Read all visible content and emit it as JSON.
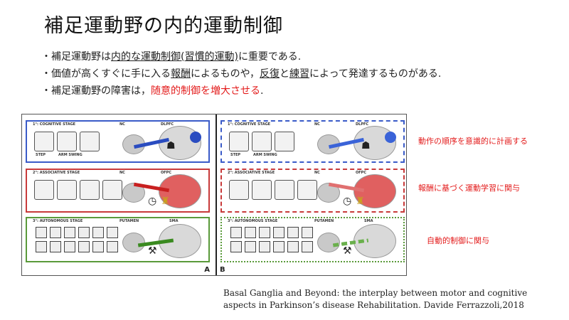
{
  "title": "補足運動野の内的運動制御",
  "bullets": {
    "b1": {
      "pre": "・補足運動野は",
      "u1": "内的な運動制御(習慣的運動)",
      "post": "に重要である."
    },
    "b2": {
      "pre": "・価値が高くすぐに手に入る",
      "u1": "報酬",
      "mid": "によるものや，",
      "u2": "反復",
      "mid2": "と",
      "u3": "練習",
      "post": "によって発達するものがある."
    },
    "b3": {
      "pre": "・補足運動野の障害は，",
      "red": "随意的制御を増大させる",
      "post": "."
    }
  },
  "figure": {
    "stage1": "1°: COGNITIVE STAGE",
    "stage2": "2°: ASSOCIATIVE STAGE",
    "stage3": "3°: AUTONOMOUS STAGE",
    "region_nc": "NC",
    "region_dlpfc": "DLPFC",
    "region_ofpc": "OFPC",
    "region_putamen": "PUTAMEN",
    "region_sma": "SMA",
    "step": "STEP",
    "arm_swing": "ARM SWING",
    "panel_a": "A",
    "panel_b": "B"
  },
  "side_notes": {
    "n1": "動作の順序を意識的に計画する",
    "n2": "報酬に基づく運動学習に関与",
    "n3": "自動的制御に関与"
  },
  "citation": {
    "line1": "Basal Ganglia and Beyond: the interplay between motor and cognitive",
    "line2": "aspects in Parkinson’s disease Rehabilitation.  Davide Ferrazzoli,2018"
  },
  "colors": {
    "accent_red": "#e31b1b",
    "cognitive_blue": "#3a5bc8",
    "associative_red": "#c83a3a",
    "autonomous_green": "#5a9a3a"
  }
}
